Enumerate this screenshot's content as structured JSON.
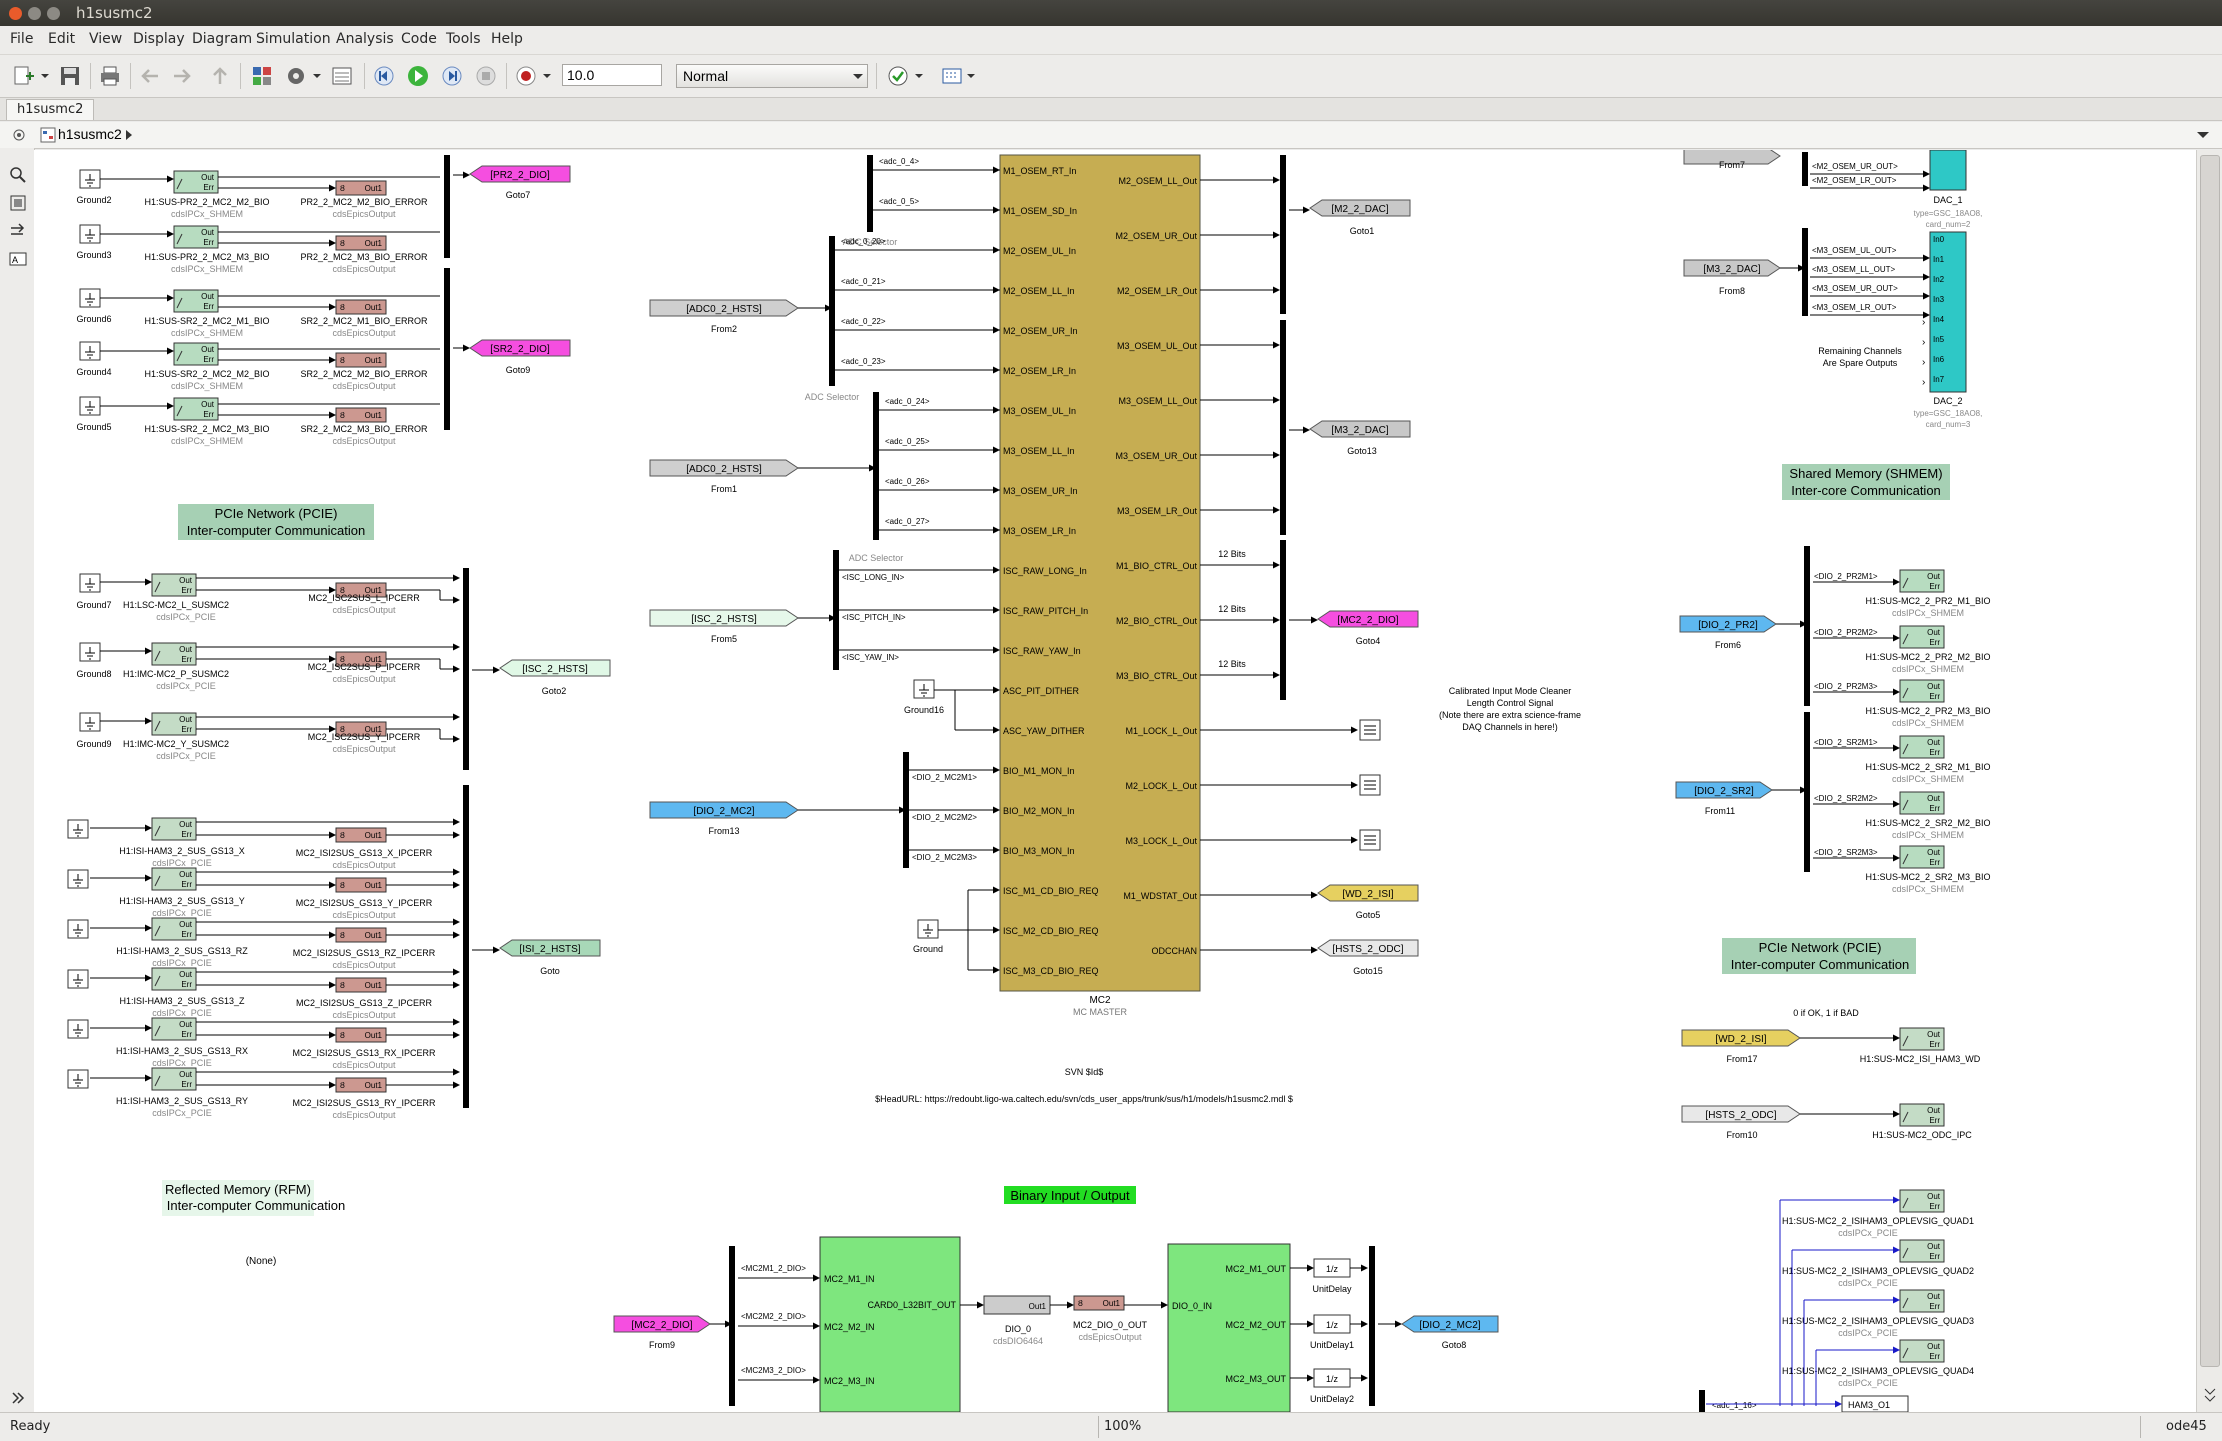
{
  "window": {
    "title": "h1susmc2"
  },
  "menu": [
    "File",
    "Edit",
    "View",
    "Display",
    "Diagram",
    "Simulation",
    "Analysis",
    "Code",
    "Tools",
    "Help"
  ],
  "toolbar": {
    "stop_time": "10.0",
    "sim_mode": "Normal"
  },
  "tab": {
    "label": "h1susmc2"
  },
  "address": {
    "model": "h1susmc2"
  },
  "status": {
    "left": "Ready",
    "zoom": "100%",
    "solver": "ode45"
  },
  "colors": {
    "goto_magenta": "#f54ee0",
    "goto_blue": "#5eb8f0",
    "goto_yellow": "#e6d060",
    "goto_gray": "#c8c8c8",
    "shmem_green": "#b7dcc0",
    "epics_red": "#cc9890",
    "dac_teal": "#2ec8c6",
    "mc_block": "#c6ad52",
    "bio_green": "#7ee67e",
    "title_bg": "#a6d0b4"
  },
  "diagram": {
    "shmem_top": [
      {
        "ground": "Ground2",
        "ipc": "H1:SUS-PR2_2_MC2_M2_BIO",
        "epics": "PR2_2_MC2_M2_BIO_ERROR"
      },
      {
        "ground": "Ground3",
        "ipc": "H1:SUS-PR2_2_MC2_M3_BIO",
        "epics": "PR2_2_MC2_M3_BIO_ERROR"
      },
      {
        "ground": "Ground6",
        "ipc": "H1:SUS-SR2_2_MC2_M1_BIO",
        "epics": "SR2_2_MC2_M1_BIO_ERROR"
      },
      {
        "ground": "Ground4",
        "ipc": "H1:SUS-SR2_2_MC2_M2_BIO",
        "epics": "SR2_2_MC2_M2_BIO_ERROR"
      },
      {
        "ground": "Ground5",
        "ipc": "H1:SUS-SR2_2_MC2_M3_BIO",
        "epics": "SR2_2_MC2_M3_BIO_ERROR"
      }
    ],
    "shmem_sub": "cdsIPCx_SHMEM",
    "epics_sub": "cdsEpicsOutput",
    "pcie_sub": "cdsIPCx_PCIE",
    "goto_pr2": {
      "tag": "[PR2_2_DIO]",
      "name": "Goto7"
    },
    "goto_sr2": {
      "tag": "[SR2_2_DIO]",
      "name": "Goto9"
    },
    "pcie_title": [
      "PCIe Network (PCIE)",
      "Inter-computer Communication"
    ],
    "pcie_mid": [
      {
        "ground": "Ground7",
        "ipc": "H1:LSC-MC2_L_SUSMC2",
        "epics": "MC2_ISC2SUS_L_IPCERR"
      },
      {
        "ground": "Ground8",
        "ipc": "H1:IMC-MC2_P_SUSMC2",
        "epics": "MC2_ISC2SUS_P_IPCERR"
      },
      {
        "ground": "Ground9",
        "ipc": "H1:IMC-MC2_Y_SUSMC2",
        "epics": "MC2_ISC2SUS_Y_IPCERR"
      }
    ],
    "goto_isc": {
      "tag": "[ISC_2_HSTS]",
      "name": "Goto2"
    },
    "pcie_isi": [
      {
        "ipc": "H1:ISI-HAM3_2_SUS_GS13_X",
        "epics": "MC2_ISI2SUS_GS13_X_IPCERR"
      },
      {
        "ipc": "H1:ISI-HAM3_2_SUS_GS13_Y",
        "epics": "MC2_ISI2SUS_GS13_Y_IPCERR"
      },
      {
        "ipc": "H1:ISI-HAM3_2_SUS_GS13_RZ",
        "epics": "MC2_ISI2SUS_GS13_RZ_IPCERR"
      },
      {
        "ipc": "H1:ISI-HAM3_2_SUS_GS13_Z",
        "epics": "MC2_ISI2SUS_GS13_Z_IPCERR"
      },
      {
        "ipc": "H1:ISI-HAM3_2_SUS_GS13_RX",
        "epics": "MC2_ISI2SUS_GS13_RX_IPCERR"
      },
      {
        "ipc": "H1:ISI-HAM3_2_SUS_GS13_RY",
        "epics": "MC2_ISI2SUS_GS13_RY_IPCERR"
      }
    ],
    "goto_isi": {
      "tag": "[ISI_2_HSTS]",
      "name": "Goto"
    },
    "rfm_title": [
      "Reflected Memory (RFM)",
      "Inter-computer Communication"
    ],
    "rfm_none": "(None)",
    "froms_mid": [
      {
        "tag": "[ADC0_2_HSTS]",
        "name": "From2"
      },
      {
        "tag": "[ADC0_2_HSTS]",
        "name": "From1"
      },
      {
        "tag": "[ISC_2_HSTS]",
        "name": "From5"
      },
      {
        "tag": "[DIO_2_MC2]",
        "name": "From13"
      }
    ],
    "adc_labels": [
      "<adc_0_4>",
      "<adc_0_5>",
      "<adc_0_20>",
      "<adc_0_21>",
      "<adc_0_22>",
      "<adc_0_23>",
      "<adc_0_24>",
      "<adc_0_25>",
      "<adc_0_26>",
      "<adc_0_27>"
    ],
    "adc_selector": "ADC Selector",
    "isc_labels": [
      "<ISC_LONG_IN>",
      "<ISC_PITCH_IN>",
      "<ISC_YAW_IN>"
    ],
    "dio_labels": [
      "<DIO_2_MC2M1>",
      "<DIO_2_MC2M2>",
      "<DIO_2_MC2M3>"
    ],
    "ground16": "Ground16",
    "ground": "Ground",
    "mc_inputs": [
      "M1_OSEM_RT_In",
      "M1_OSEM_SD_In",
      "M2_OSEM_UL_In",
      "M2_OSEM_LL_In",
      "M2_OSEM_UR_In",
      "M2_OSEM_LR_In",
      "M3_OSEM_UL_In",
      "M3_OSEM_LL_In",
      "M3_OSEM_UR_In",
      "M3_OSEM_LR_In",
      "ISC_RAW_LONG_In",
      "ISC_RAW_PITCH_In",
      "ISC_RAW_YAW_In",
      "ASC_PIT_DITHER",
      "ASC_YAW_DITHER",
      "BIO_M1_MON_In",
      "BIO_M2_MON_In",
      "BIO_M3_MON_In",
      "ISC_M1_CD_BIO_REQ",
      "ISC_M2_CD_BIO_REQ",
      "ISC_M3_CD_BIO_REQ"
    ],
    "mc_outputs": [
      "M2_OSEM_LL_Out",
      "M2_OSEM_UR_Out",
      "M2_OSEM_LR_Out",
      "M3_OSEM_UL_Out",
      "M3_OSEM_LL_Out",
      "M3_OSEM_UR_Out",
      "M3_OSEM_LR_Out",
      "M1_BIO_CTRL_Out",
      "M2_BIO_CTRL_Out",
      "M3_BIO_CTRL_Out",
      "M1_LOCK_L_Out",
      "M2_LOCK_L_Out",
      "M3_LOCK_L_Out",
      "M1_WDSTAT_Out",
      "ODCCHAN"
    ],
    "mc_name": "MC2",
    "mc_sub": "MC MASTER",
    "bits": "12 Bits",
    "gotos_right": [
      {
        "tag": "[M2_2_DAC]",
        "name": "Goto1"
      },
      {
        "tag": "[M3_2_DAC]",
        "name": "Goto13"
      },
      {
        "tag": "[MC2_2_DIO]",
        "name": "Goto4"
      },
      {
        "tag": "[WD_2_ISI]",
        "name": "Goto5"
      },
      {
        "tag": "[HSTS_2_ODC]",
        "name": "Goto15"
      }
    ],
    "calib_note": [
      "Calibrated Input Mode Cleaner",
      "Length Control Signal",
      "(Note there are extra science-frame",
      "DAQ Channels in here!)"
    ],
    "svn": "SVN $Id$",
    "headurl": "$HeadURL: https://redoubt.ligo-wa.caltech.edu/svn/cds_user_apps/trunk/sus/h1/models/h1susmc2.mdl $",
    "bio_title": "Binary Input / Output",
    "bio": {
      "from": {
        "tag": "[MC2_2_DIO]",
        "name": "From9"
      },
      "sel": [
        "<MC2M1_2_DIO>",
        "<MC2M2_2_DIO>",
        "<MC2M3_2_DIO>"
      ],
      "in_ports": [
        "MC2_M1_IN",
        "MC2_M2_IN",
        "MC2_M3_IN"
      ],
      "out_port": "CARD0_L32BIT_OUT",
      "dio": "DIO_0",
      "dio_sub": "cdsDIO6464",
      "epics": "MC2_DIO_0_OUT",
      "dio_in": "DIO_0_IN",
      "outs": [
        "MC2_M1_OUT",
        "MC2_M2_OUT",
        "MC2_M3_OUT"
      ],
      "delays": [
        "UnitDelay",
        "UnitDelay1",
        "UnitDelay2"
      ],
      "z": "1/z",
      "goto": {
        "tag": "[DIO_2_MC2]",
        "name": "Goto8"
      }
    },
    "dac": {
      "from7": "From7",
      "lines1": [
        "<M2_OSEM_UR_OUT>",
        "<M2_OSEM_LR_OUT>"
      ],
      "dac1": "DAC_1",
      "dac1_sub": [
        "type=GSC_18AO8,",
        "card_num=2"
      ],
      "from8": {
        "tag": "[M3_2_DAC]",
        "name": "From8"
      },
      "lines2": [
        "<M3_OSEM_UL_OUT>",
        "<M3_OSEM_LL_OUT>",
        "<M3_OSEM_UR_OUT>",
        "<M3_OSEM_LR_OUT>"
      ],
      "ports": [
        "In0",
        "In1",
        "In2",
        "In3",
        "In4",
        "In5",
        "In6",
        "In7"
      ],
      "spare": [
        "Remaining Channels",
        "Are Spare Outputs"
      ],
      "dac2": "DAC_2",
      "dac2_sub": [
        "type=GSC_18AO8,",
        "card_num=3"
      ]
    },
    "shmem_title": [
      "Shared Memory (SHMEM)",
      "Inter-core Communication"
    ],
    "shmem_right": {
      "from6": {
        "tag": "[DIO_2_PR2]",
        "name": "From6"
      },
      "from11": {
        "tag": "[DIO_2_SR2]",
        "name": "From11"
      },
      "rows": [
        {
          "sel": "<DIO_2_PR2M1>",
          "ipc": "H1:SUS-MC2_2_PR2_M1_BIO"
        },
        {
          "sel": "<DIO_2_PR2M2>",
          "ipc": "H1:SUS-MC2_2_PR2_M2_BIO"
        },
        {
          "sel": "<DIO_2_PR2M3>",
          "ipc": "H1:SUS-MC2_2_PR2_M3_BIO"
        },
        {
          "sel": "<DIO_2_SR2M1>",
          "ipc": "H1:SUS-MC2_2_SR2_M1_BIO"
        },
        {
          "sel": "<DIO_2_SR2M2>",
          "ipc": "H1:SUS-MC2_2_SR2_M2_BIO"
        },
        {
          "sel": "<DIO_2_SR2M3>",
          "ipc": "H1:SUS-MC2_2_SR2_M3_BIO"
        }
      ]
    },
    "pcie_right": {
      "note": "0 if OK, 1 if BAD",
      "from17": {
        "tag": "[WD_2_ISI]",
        "name": "From17"
      },
      "ipc_wd": "H1:SUS-MC2_ISI_HAM3_WD",
      "from10": {
        "tag": "[HSTS_2_ODC]",
        "name": "From10"
      },
      "ipc_odc": "H1:SUS-MC2_ODC_IPC",
      "oplev": [
        "H1:SUS-MC2_2_ISIHAM3_OPLEVSIG_QUAD1",
        "H1:SUS-MC2_2_ISIHAM3_OPLEVSIG_QUAD2",
        "H1:SUS-MC2_2_ISIHAM3_OPLEVSIG_QUAD3",
        "H1:SUS-MC2_2_ISIHAM3_OPLEVSIG_QUAD4"
      ],
      "ham3": "HAM3_O1",
      "sel": "<adc_1_16>"
    },
    "out_err": [
      "Out",
      "Err"
    ],
    "out1": "Out1",
    "in1": "In1"
  }
}
